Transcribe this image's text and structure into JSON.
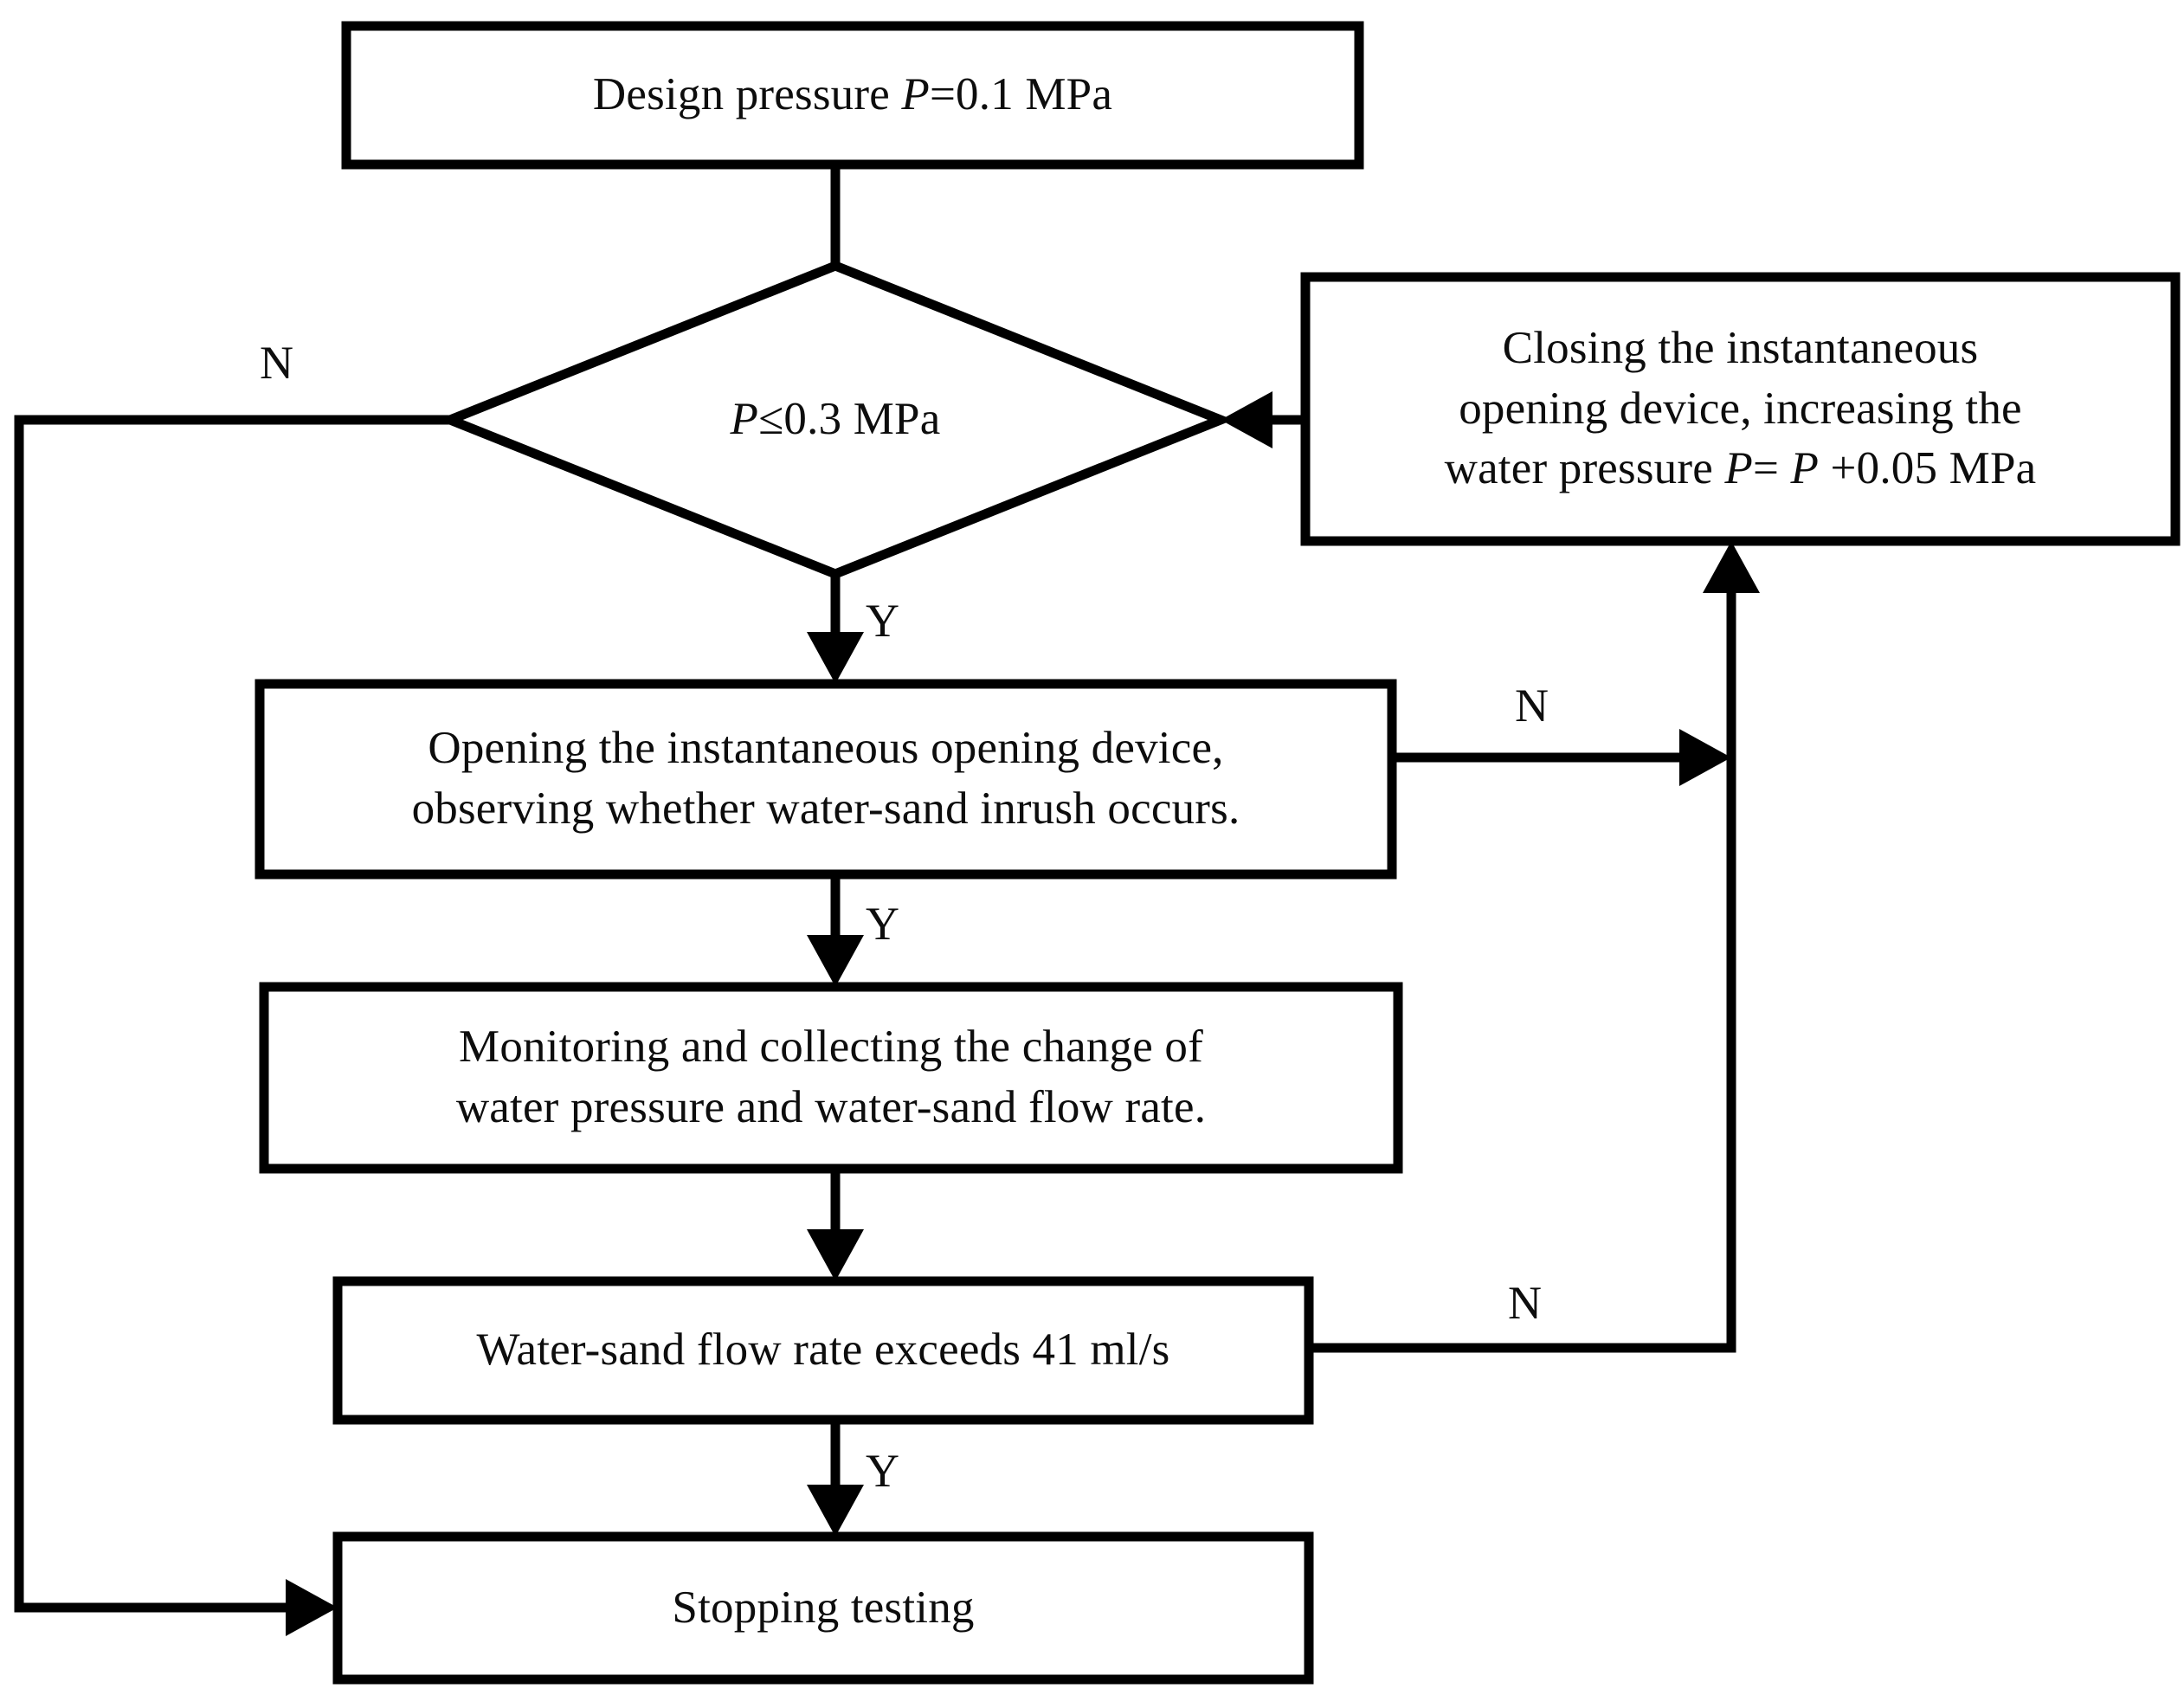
{
  "diagram": {
    "type": "flowchart",
    "title": "Water-sand inrush test procedure flowchart",
    "background_color": "#ffffff",
    "stroke_color": "#000000",
    "text_color": "#0d0d0d"
  },
  "nodes": {
    "start": {
      "shape": "rectangle",
      "id": "design-pressure",
      "text": "Design pressure P=0.1 MPa",
      "text_prefix": "Design pressure ",
      "text_var": "P",
      "text_suffix": "=0.1 MPa"
    },
    "decision": {
      "shape": "diamond",
      "id": "pressure-check",
      "text": "P≤0.3 MPa",
      "text_var": "P",
      "text_suffix": "≤0.3 MPa"
    },
    "closing": {
      "shape": "rectangle",
      "id": "closing-device",
      "line1": "Closing the instantaneous",
      "line2": "opening device, increasing the",
      "line3_prefix": "water pressure ",
      "line3_var1": "P",
      "line3_mid": "= ",
      "line3_var2": "P",
      "line3_suffix": " +0.05 MPa"
    },
    "opening": {
      "shape": "rectangle",
      "id": "opening-device",
      "line1": "Opening the instantaneous opening device,",
      "line2": "observing whether water-sand inrush occurs."
    },
    "monitoring": {
      "shape": "rectangle",
      "id": "monitoring-collecting",
      "line1": "Monitoring  and collecting  the change of",
      "line2": "water pressure and water-sand flow rate."
    },
    "flowrate": {
      "shape": "rectangle",
      "id": "flow-rate-check",
      "text": "Water-sand flow rate exceeds 41 ml/s"
    },
    "stop": {
      "shape": "rectangle",
      "id": "stopping-testing",
      "text": "Stopping  testing"
    }
  },
  "edge_labels": {
    "decision_no": "N",
    "decision_yes": "Y",
    "opening_no": "N",
    "opening_yes": "Y",
    "flowrate_no": "N",
    "flowrate_yes": "Y"
  },
  "values": {
    "initial_pressure": "0.1 MPa",
    "pressure_threshold": "0.3 MPa",
    "pressure_increment": "0.05 MPa",
    "flow_rate_threshold": "41 ml/s"
  }
}
